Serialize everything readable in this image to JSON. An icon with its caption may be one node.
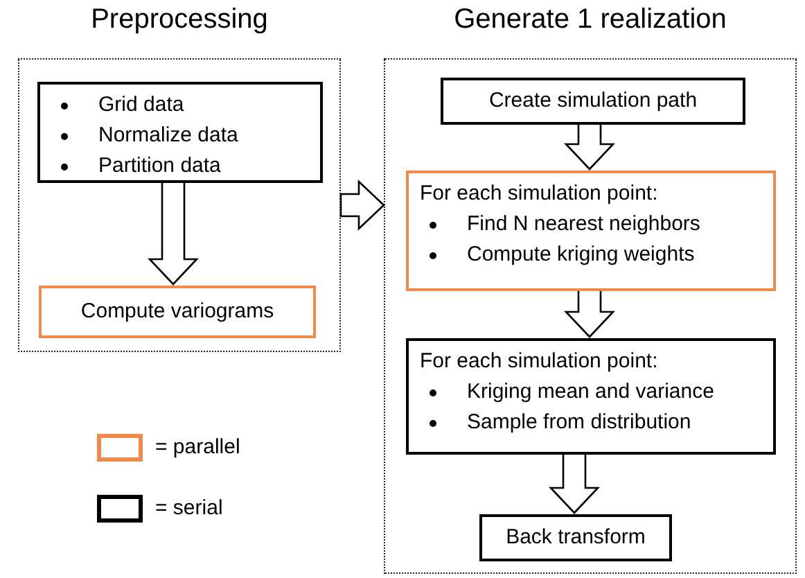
{
  "diagram": {
    "nodes": [
      {
        "text": [
          "Preprocessing"
        ]
      },
      {
        "text": [
          "Grid data",
          "Normalize data",
          "Partition data"
        ],
        "in": 0
      },
      {
        "text": [
          "Compute variograms"
        ],
        "in": 0
      },
      {
        "text": [
          "Generate 1 realization"
        ]
      },
      {
        "text": [
          "Create simulation path"
        ],
        "in": 3
      },
      {
        "text": [
          "For each simulation point:",
          "Find N nearest neighbors",
          "Compute kriging weights"
        ],
        "in": 3
      },
      {
        "text": [
          "For each simulation point:",
          "Kriging mean and variance",
          "Sample from distribution"
        ],
        "in": 3
      },
      {
        "text": [
          "Back transform"
        ],
        "in": 3
      }
    ],
    "edges": [
      {
        "from": 1,
        "to": 2,
        "arrow": "to"
      },
      {
        "from": 0,
        "to": 3,
        "arrow": "to"
      },
      {
        "from": 4,
        "to": 5,
        "arrow": "to"
      },
      {
        "from": 5,
        "to": 6,
        "arrow": "to"
      },
      {
        "from": 6,
        "to": 7,
        "arrow": "to"
      }
    ],
    "legend": [
      {
        "text": "= parallel",
        "color": "#f08a4b"
      },
      {
        "text": "= serial",
        "color": "#000000"
      }
    ]
  }
}
